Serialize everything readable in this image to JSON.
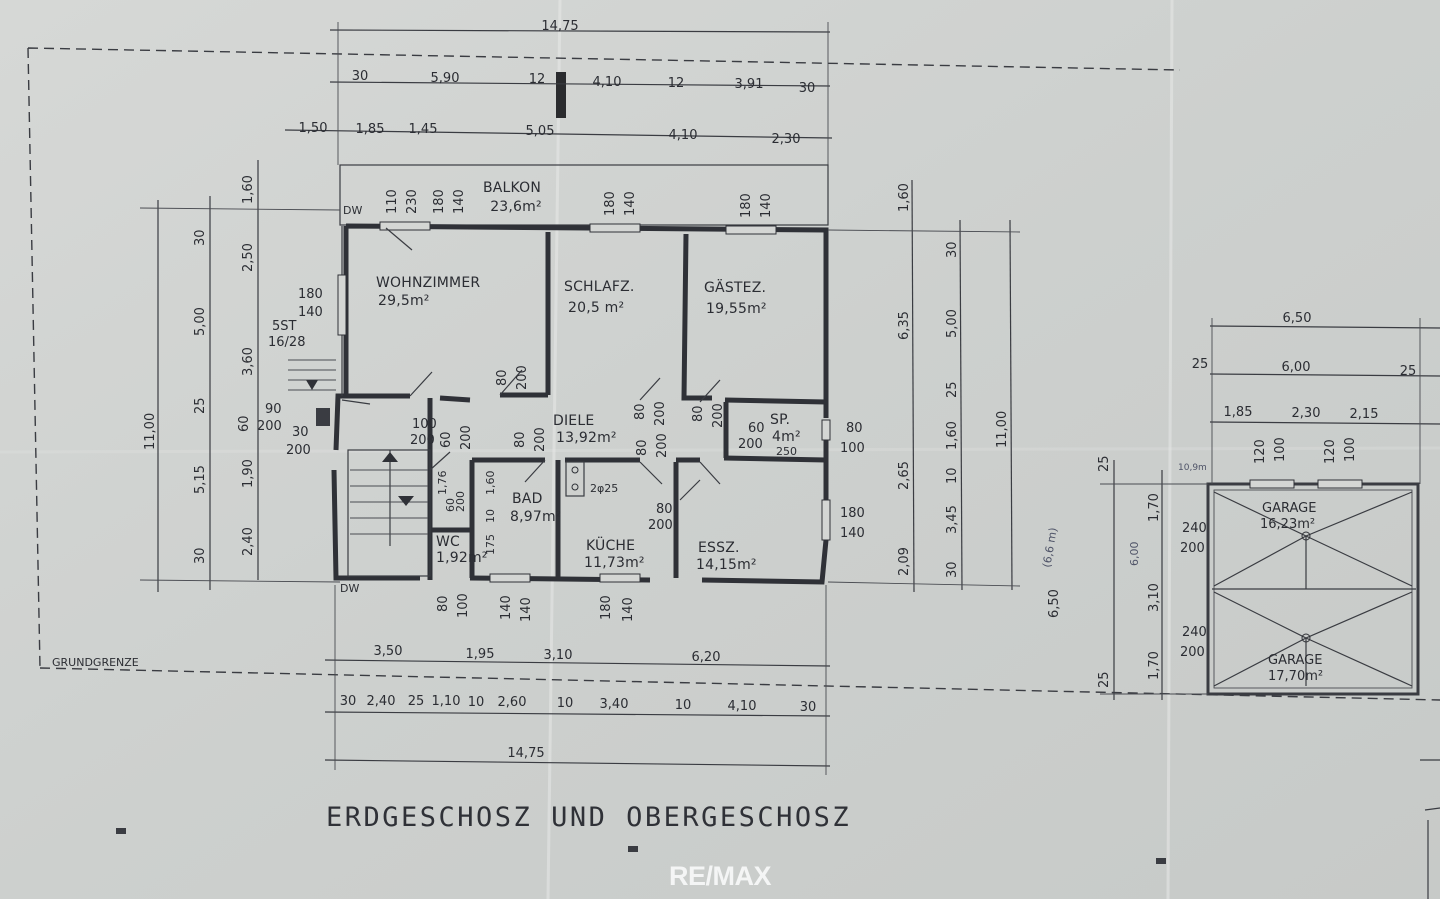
{
  "title": "ERDGESCHOSZ UND OBERGESCHOSZ",
  "logo": "RE/MAX",
  "boundary_label": "GRUNDGRENZE",
  "rooms": {
    "balkon": {
      "name": "BALKON",
      "area": "23,6m²"
    },
    "wohnzimmer": {
      "name": "WOHNZIMMER",
      "area": "29,5m²"
    },
    "schlafz": {
      "name": "SCHLAFZ.",
      "area": "20,5 m²"
    },
    "gaestez": {
      "name": "GÄSTEZ.",
      "area": "19,55m²"
    },
    "diele": {
      "name": "DIELE",
      "area": "13,92m²"
    },
    "sp": {
      "name": "SP.",
      "area": "4m²"
    },
    "bad": {
      "name": "BAD",
      "area": "8,97m²"
    },
    "wc": {
      "name": "WC",
      "area": "1,92m²"
    },
    "kueche": {
      "name": "KÜCHE",
      "area": "11,73m²"
    },
    "essz": {
      "name": "ESSZ.",
      "area": "14,15m²"
    },
    "garage1": {
      "name": "GARAGE",
      "area": "16,23m²"
    },
    "garage2": {
      "name": "GARAGE",
      "area": "17,70m²"
    }
  },
  "stairs": {
    "label": "5ST",
    "ratio": "16/28"
  },
  "dims": {
    "top_total": "14,75",
    "top_row1": [
      "30",
      "5,90",
      "12",
      "4,10",
      "12",
      "3,91",
      "30"
    ],
    "top_row2": [
      "1,50",
      "1,85",
      "1,45",
      "5,05",
      "4,10",
      "2,30"
    ],
    "bottom_row1": [
      "3,50",
      "1,95",
      "3,10",
      "6,20"
    ],
    "bottom_row2": [
      "30",
      "2,40",
      "25",
      "1,10",
      "10",
      "2,60",
      "10",
      "3,40",
      "10",
      "4,10",
      "30"
    ],
    "bottom_total": "14,75",
    "left_total": "11,00",
    "left_outer": [
      "30",
      "5,00",
      "25",
      "5,15",
      "30"
    ],
    "left_inner": [
      "1,60",
      "2,50",
      "3,60",
      "1,90",
      "2,40"
    ],
    "right_outer": [
      "1,60",
      "6,35",
      "2,65",
      "2,09"
    ],
    "right_inner": [
      "30",
      "5,00",
      "25",
      "1,60",
      "10",
      "3,45",
      "30"
    ],
    "right_total": "11,00",
    "windows_top": [
      "110",
      "230",
      "180",
      "140",
      "180",
      "140",
      "180",
      "140"
    ],
    "left_openings": [
      "180",
      "140",
      "90",
      "200",
      "30",
      "200",
      "60"
    ],
    "interior": [
      "80",
      "200",
      "100",
      "200",
      "60",
      "200",
      "80",
      "200",
      "80",
      "200",
      "80",
      "200",
      "80",
      "200",
      "60",
      "200",
      "250",
      "80",
      "200",
      "1,76",
      "1,60",
      "10",
      "175",
      "200",
      "60",
      "2φ25"
    ],
    "right_openings": [
      "80",
      "100",
      "180",
      "140"
    ],
    "bottom_openings": [
      "80",
      "100",
      "140",
      "140",
      "180",
      "140"
    ],
    "dw": "DW",
    "garage_top": [
      "6,50",
      "25",
      "6,00",
      "25",
      "1,85",
      "2,30",
      "2,15"
    ],
    "garage_windows": [
      "120",
      "100",
      "120",
      "100"
    ],
    "garage_left": [
      "25",
      "1,70",
      "3,10",
      "1,70",
      "25"
    ],
    "garage_doors": [
      "240",
      "200",
      "240",
      "200"
    ],
    "garage_side": "6,50",
    "garage_pencil": [
      "(6,6 m)",
      "6,00",
      "10,9m"
    ]
  },
  "colors": {
    "paper": "#cfd2d0",
    "ink": "#2f3137"
  }
}
